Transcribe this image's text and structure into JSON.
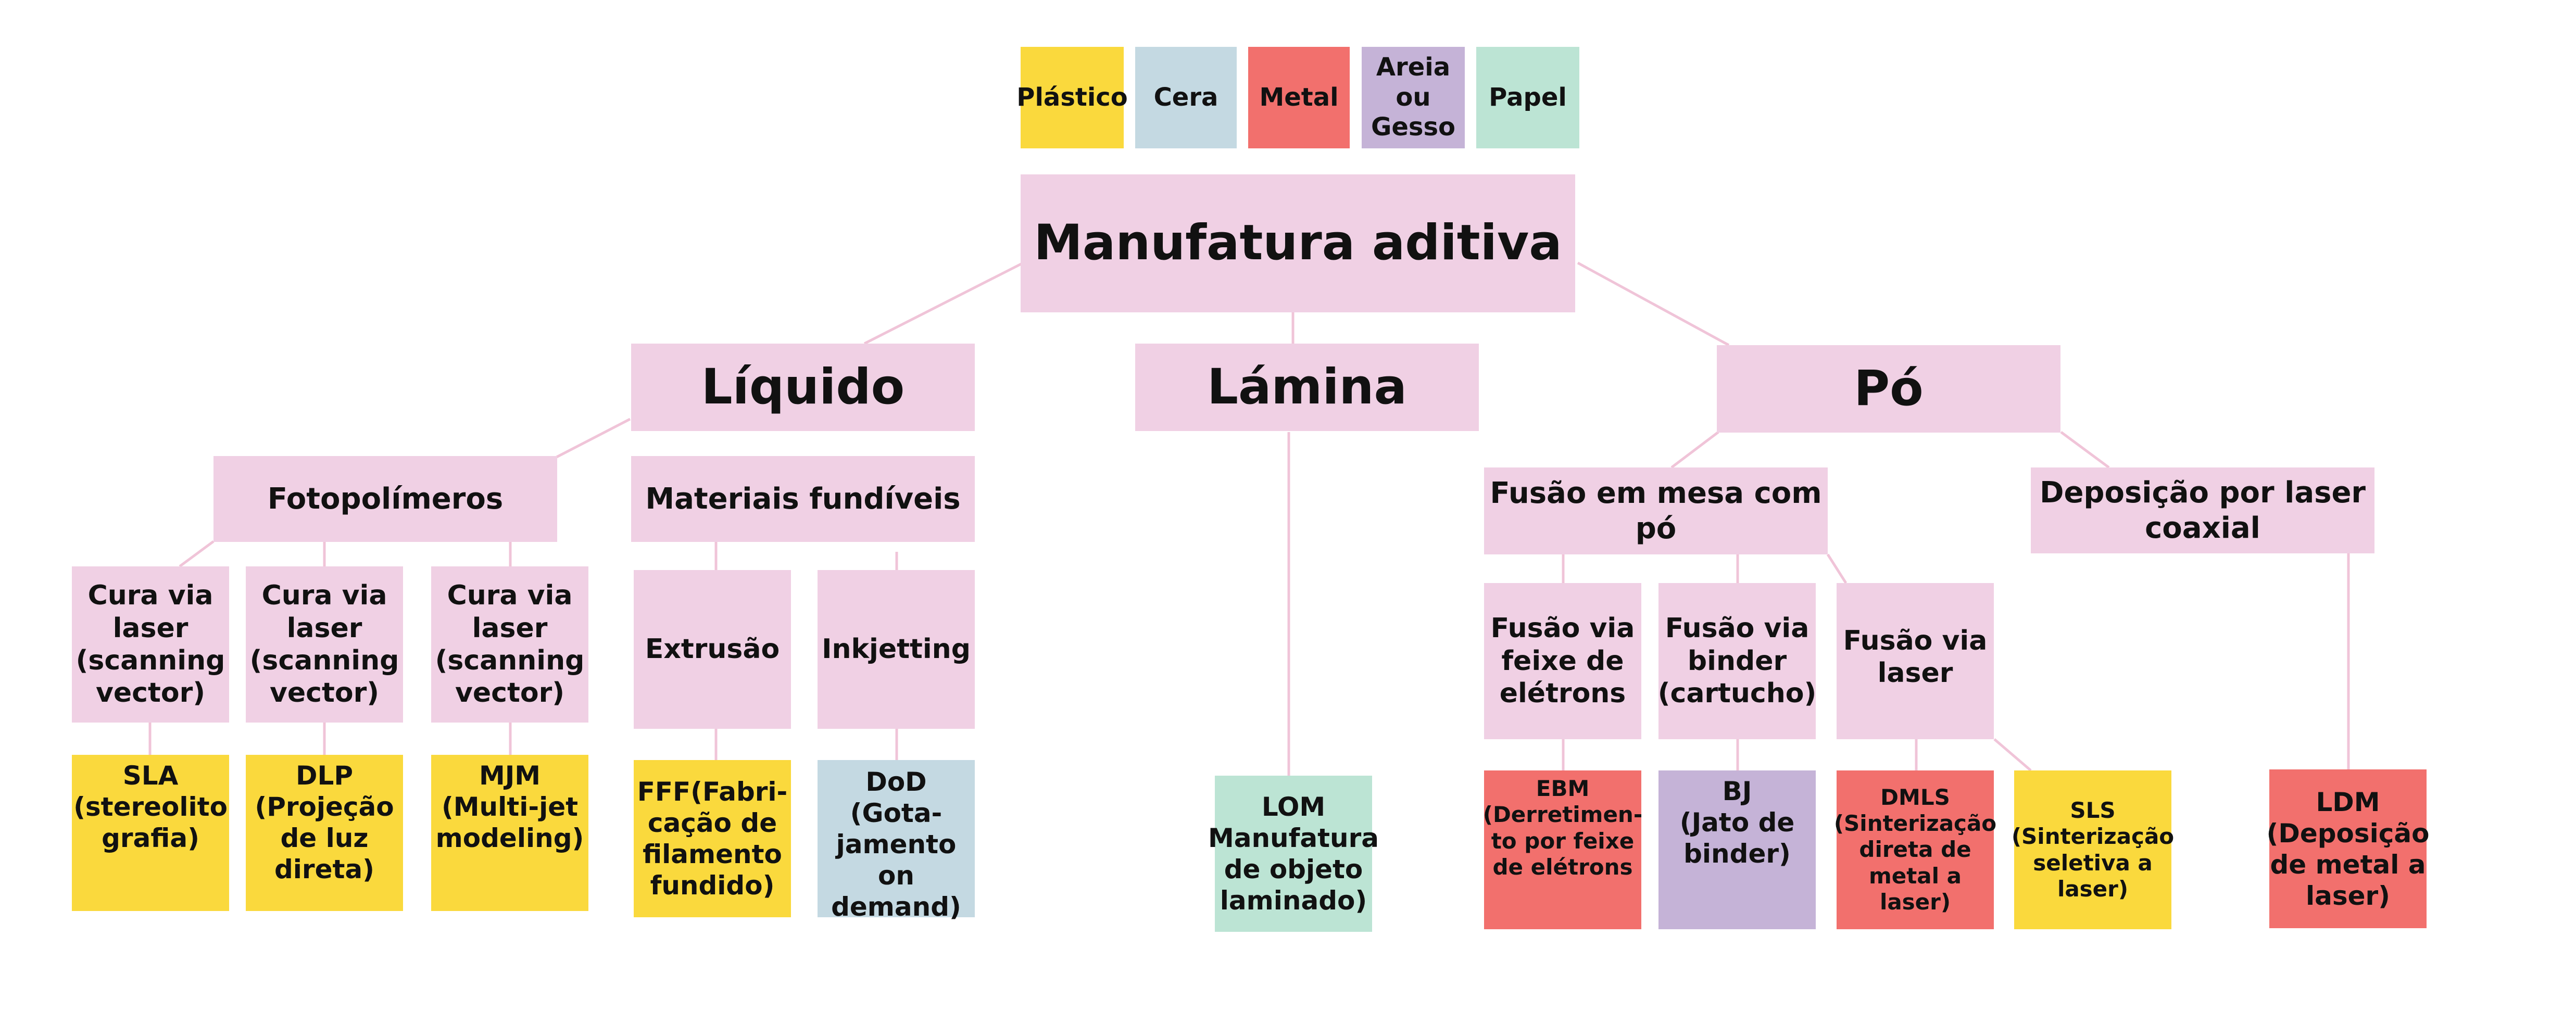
{
  "colors": {
    "connector": "#f0c4d8",
    "pink": "#f0d0e4",
    "plastic": "#fad93d",
    "wax": "#c4d9e2",
    "metal": "#f2706d",
    "sand": "#c5b3d7",
    "paper": "#bce4d4"
  },
  "legend": {
    "plastic": "Plástico",
    "wax": "Cera",
    "metal": "Metal",
    "sand": "Areia\nou\nGesso",
    "paper": "Papel"
  },
  "root": "Manufatura aditiva",
  "branches": {
    "liquid": "Líquido",
    "sheet": "Lámina",
    "powder": "Pó"
  },
  "liquid": {
    "photopolymers": "Fotopolímeros",
    "castable": "Materiais fundíveis",
    "cure1": "Cura via\nlaser\n(scanning\nvector)",
    "cure2": "Cura via\nlaser\n(scanning\nvector)",
    "cure3": "Cura via\nlaser\n(scanning\nvector)",
    "extrusion": "Extrusão",
    "inkjetting": "Inkjetting",
    "sla": "SLA\n(stereolito\ngrafia)",
    "dlp": "DLP\n(Projeção\nde luz\ndireta)",
    "mjm": "MJM\n(Multi-jet\nmodeling)",
    "fff": "FFF(Fabri-\ncação de\nfilamento\nfundido)",
    "dod": "DoD (Gota-\njamento on\ndemand)"
  },
  "sheet": {
    "lom": "LOM\nManufatura\nde objeto\nlaminado)"
  },
  "powder": {
    "bed_fusion": "Fusão em mesa com pó",
    "laser_deposition": "Deposição por laser\ncoaxial",
    "electron_fusion": "Fusão via\nfeixe de\nelétrons",
    "binder_fusion": "Fusão via\nbinder\n(cartucho)",
    "laser_fusion": "Fusão via\nlaser",
    "ebm": "EBM\n(Derretimen-\nto por feixe\nde elétrons",
    "bj": "BJ\n(Jato de\nbinder)",
    "dmls": "DMLS\n(Sinterização\ndireta de\nmetal a\nlaser)",
    "sls": "SLS\n(Sinterização\nseletiva a\nlaser)",
    "ldm": "LDM\n(Deposição\nde metal a\nlaser)"
  }
}
